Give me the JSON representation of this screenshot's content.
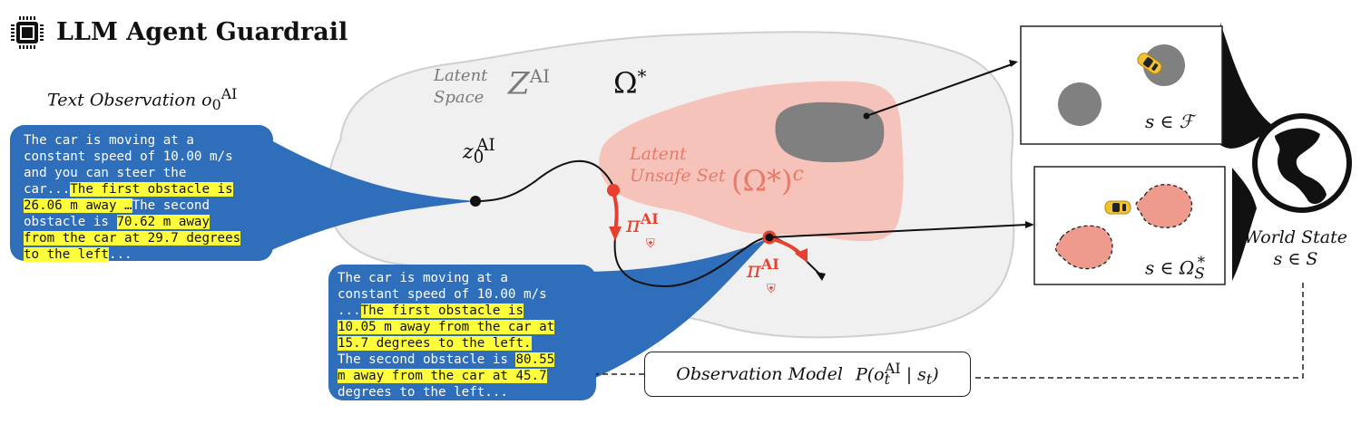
{
  "header": {
    "icon": "cpu-chip-icon",
    "title": "LLM Agent Guardrail"
  },
  "text_observation": {
    "label": "Text Observation",
    "symbol": "o",
    "subscript": "0",
    "superscript": "AI",
    "segments": [
      {
        "text": "The car is moving at a\nconstant speed of 10.00 m/s\nand you can steer the\ncar...",
        "highlight": false
      },
      {
        "text": "The first obstacle is\n26.06 m away …",
        "highlight": true
      },
      {
        "text": "The second\nobstacle is ",
        "highlight": false
      },
      {
        "text": "70.62 m away\nfrom the car at 29.7 degrees\nto the left",
        "highlight": true
      },
      {
        "text": "...",
        "highlight": false
      }
    ]
  },
  "later_observation": {
    "segments": [
      {
        "text": "The car is moving at a\nconstant speed of 10.00 m/s\n...",
        "highlight": false
      },
      {
        "text": "The first obstacle is\n10.05 m away from the car at\n15.7 degrees to the left.",
        "highlight": true
      },
      {
        "text": "\nThe second obstacle is ",
        "highlight": false
      },
      {
        "text": "80.55\nm away from the car at 45.7",
        "highlight": true
      },
      {
        "text": "\ndegrees to the left...",
        "highlight": false
      }
    ]
  },
  "latent_space": {
    "label_line1": "Latent",
    "label_line2": "Space",
    "symbol": "Z",
    "superscript": "AI",
    "safe_set": "Ω",
    "safe_set_sup": "*"
  },
  "unsafe_set": {
    "label_line1": "Latent",
    "label_line2": "Unsafe Set",
    "symbol": "(Ω*)",
    "superscript": "c"
  },
  "trajectory": {
    "start_symbol": "z",
    "start_sub": "0",
    "start_sup": "AI",
    "policy_symbol": "π",
    "policy_sup": "AI",
    "policy_sub_icon": "shield-icon"
  },
  "panels": {
    "failure": {
      "label": "s ∈ ℱ"
    },
    "unsafe": {
      "label": "s ∈ Ω",
      "sub": "S",
      "sup": "*"
    }
  },
  "world_state": {
    "icon": "globe-icon",
    "line1": "World State",
    "line2": "s ∈ S"
  },
  "observation_model": {
    "label": "Observation Model",
    "formula_prefix": "P(o",
    "formula_sub": "t",
    "formula_sup": "AI",
    "formula_suffix": " | s",
    "formula_suffix_sub": "t",
    "formula_close": ")"
  },
  "colors": {
    "bubble_blue": "#2f6ebb",
    "highlight_yellow": "#ffff3c",
    "latent_grey": "#f0f0f0",
    "unsafe_pink": "#f5c3ba",
    "failure_grey": "#808080",
    "guard_red": "#e8402f",
    "obstacle_pink": "#ee9a8c"
  }
}
